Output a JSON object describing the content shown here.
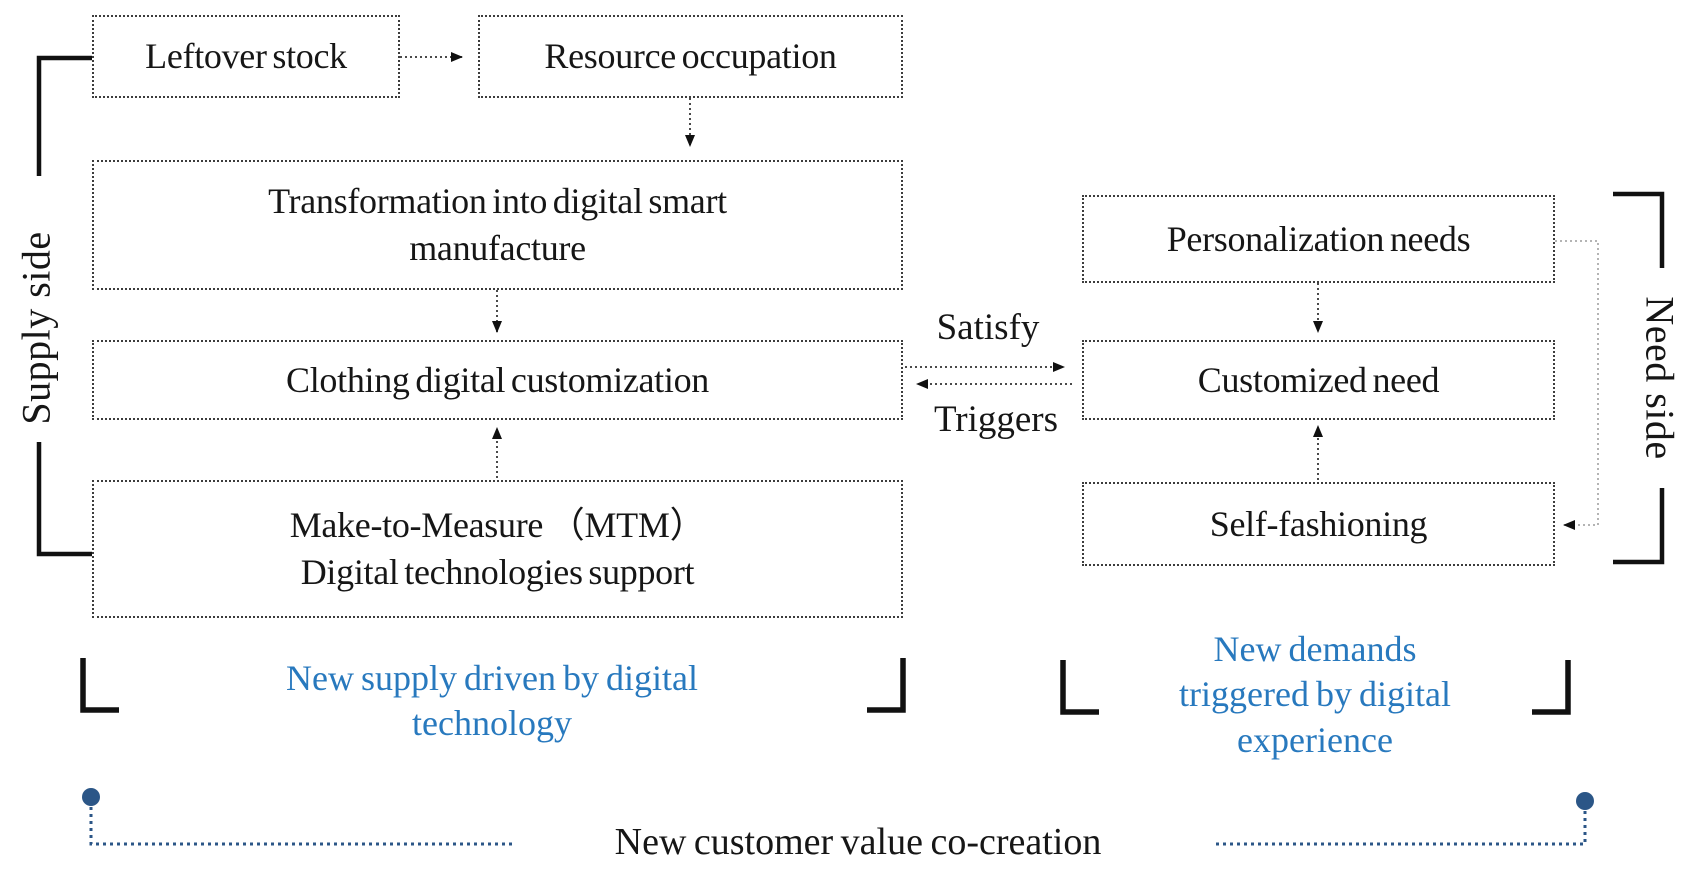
{
  "colors": {
    "accent_blue": "#2879be",
    "navy": "#2b5687",
    "line_black": "#111111"
  },
  "supply": {
    "side_label": "Supply side",
    "boxes": {
      "leftover": {
        "label": "Leftover stock"
      },
      "resource": {
        "label": "Resource occupation"
      },
      "transformation": {
        "lines": [
          "Transformation into digital smart",
          "manufacture"
        ]
      },
      "clothing": {
        "label": "Clothing digital customization"
      },
      "mtm": {
        "lines": [
          "Make-to-Measure （MTM）",
          "Digital technologies support"
        ]
      }
    },
    "annotation": {
      "lines": [
        "New supply driven by digital",
        "technology"
      ]
    }
  },
  "need": {
    "side_label": "Need side",
    "boxes": {
      "personalization": {
        "label": "Personalization needs"
      },
      "customized": {
        "label": "Customized need"
      },
      "self_fashioning": {
        "label": "Self-fashioning"
      }
    },
    "annotation": {
      "lines": [
        "New demands",
        "triggered by digital",
        "experience"
      ]
    }
  },
  "relations": {
    "satisfy": "Satisfy",
    "triggers": "Triggers"
  },
  "footer": {
    "co_creation": "New customer value co-creation"
  }
}
